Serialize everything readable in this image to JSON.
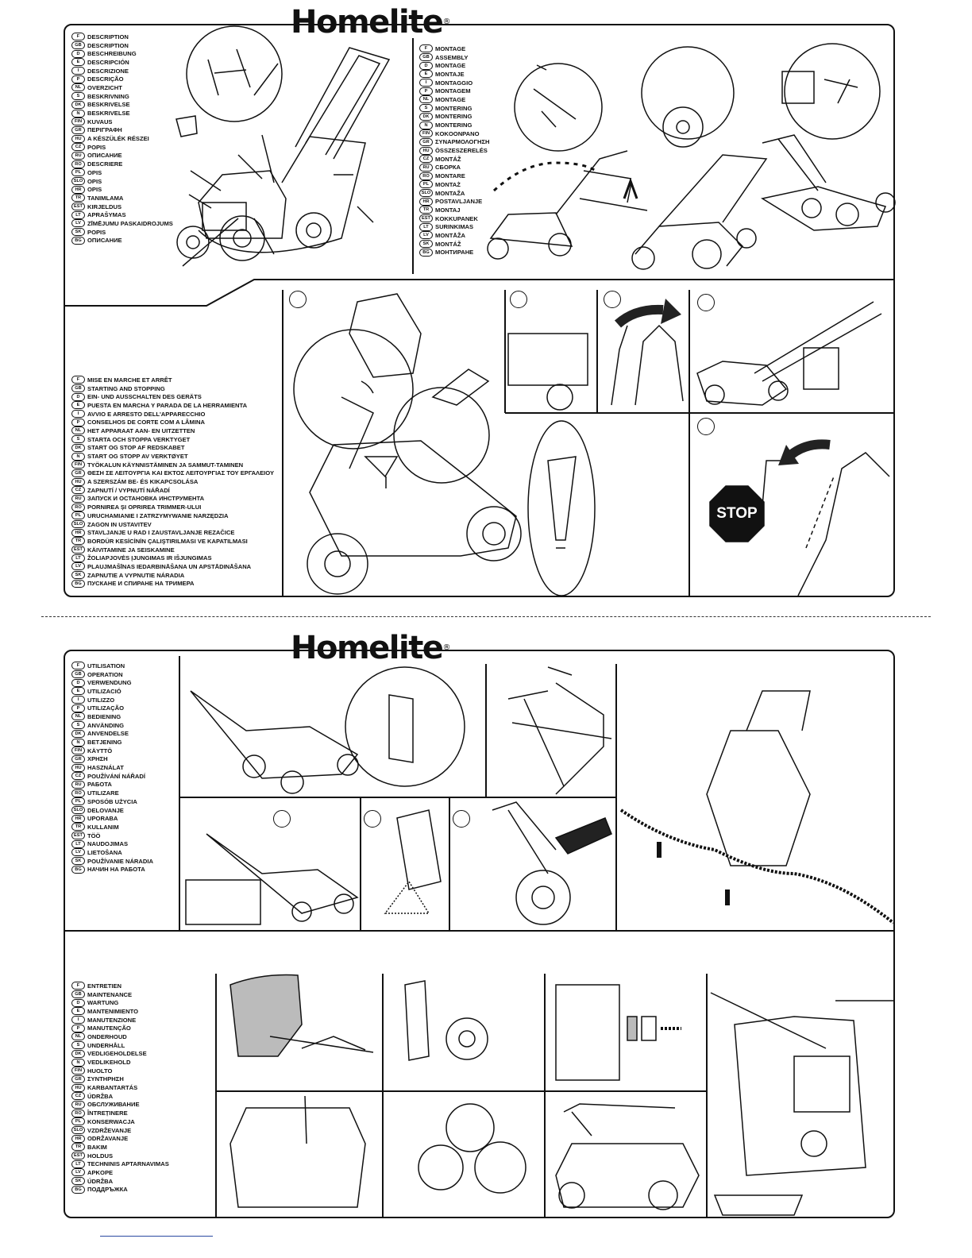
{
  "brand": {
    "name": "Homelite",
    "mark": "®"
  },
  "sections": {
    "description": {
      "items": [
        {
          "code": "F",
          "label": "DESCRIPTION"
        },
        {
          "code": "GB",
          "label": "DESCRIPTION"
        },
        {
          "code": "D",
          "label": "BESCHREIBUNG"
        },
        {
          "code": "E",
          "label": "DESCRIPCIÓN"
        },
        {
          "code": "I",
          "label": "DESCRIZIONE"
        },
        {
          "code": "P",
          "label": "DESCRIÇÃO"
        },
        {
          "code": "NL",
          "label": "OVERZICHT"
        },
        {
          "code": "S",
          "label": "BESKRIVNING"
        },
        {
          "code": "DK",
          "label": "BESKRIVELSE"
        },
        {
          "code": "N",
          "label": "BESKRIVELSE"
        },
        {
          "code": "FIN",
          "label": "KUVAUS"
        },
        {
          "code": "GR",
          "label": "ΠΕΡΙΓΡΑΦΗ"
        },
        {
          "code": "HU",
          "label": "A KÉSZÜLÉK RÉSZEI"
        },
        {
          "code": "CZ",
          "label": "POPIS"
        },
        {
          "code": "RU",
          "label": "ОПИСАНИЕ"
        },
        {
          "code": "RO",
          "label": "DESCRIERE"
        },
        {
          "code": "PL",
          "label": "OPIS"
        },
        {
          "code": "SLO",
          "label": "OPIS"
        },
        {
          "code": "HR",
          "label": "OPIS"
        },
        {
          "code": "TR",
          "label": "TANIMLAMA"
        },
        {
          "code": "EST",
          "label": "KIRJELDUS"
        },
        {
          "code": "LT",
          "label": "APRAŠYMAS"
        },
        {
          "code": "LV",
          "label": "ZĪMĒJUMU PASKAIDROJUMS"
        },
        {
          "code": "SK",
          "label": "POPIS"
        },
        {
          "code": "BG",
          "label": "ОПИСАНИЕ"
        }
      ]
    },
    "assembly": {
      "items": [
        {
          "code": "F",
          "label": "MONTAGE"
        },
        {
          "code": "GB",
          "label": "ASSEMBLY"
        },
        {
          "code": "D",
          "label": "MONTAGE"
        },
        {
          "code": "E",
          "label": "MONTAJE"
        },
        {
          "code": "I",
          "label": "MONTAGGIO"
        },
        {
          "code": "P",
          "label": "MONTAGEM"
        },
        {
          "code": "NL",
          "label": "MONTAGE"
        },
        {
          "code": "S",
          "label": "MONTERING"
        },
        {
          "code": "DK",
          "label": "MONTERING"
        },
        {
          "code": "N",
          "label": "MONTERING"
        },
        {
          "code": "FIN",
          "label": "KOKOONPANO"
        },
        {
          "code": "GR",
          "label": "ΣΥΝΑΡΜΟΛΟΓΗΣΗ"
        },
        {
          "code": "HU",
          "label": "ÖSSZESZERELÉS"
        },
        {
          "code": "CZ",
          "label": "MONTÁŽ"
        },
        {
          "code": "RU",
          "label": "СБОРКА"
        },
        {
          "code": "RO",
          "label": "MONTARE"
        },
        {
          "code": "PL",
          "label": "MONTAŻ"
        },
        {
          "code": "SLO",
          "label": "MONTAŽA"
        },
        {
          "code": "HR",
          "label": "POSTAVLJANJE"
        },
        {
          "code": "TR",
          "label": "MONTAJ"
        },
        {
          "code": "EST",
          "label": "KOKKUPANEK"
        },
        {
          "code": "LT",
          "label": "SURINKIMAS"
        },
        {
          "code": "LV",
          "label": "MONTĀŽA"
        },
        {
          "code": "SK",
          "label": "MONTÁŽ"
        },
        {
          "code": "BG",
          "label": "МОНТИРАНЕ"
        }
      ]
    },
    "starting": {
      "stop_sign": "STOP",
      "items": [
        {
          "code": "F",
          "label": "MISE EN MARCHE ET ARRÊT"
        },
        {
          "code": "GB",
          "label": "STARTING AND STOPPING"
        },
        {
          "code": "D",
          "label": "EIN- UND AUSSCHALTEN DES GERÄTS"
        },
        {
          "code": "E",
          "label": "PUESTA EN MARCHA Y PARADA DE LA HERRAMIENTA"
        },
        {
          "code": "I",
          "label": "AVVIO E ARRESTO DELL'APPARECCHIO"
        },
        {
          "code": "P",
          "label": "CONSELHOS DE CORTE COM A LÂMINA"
        },
        {
          "code": "NL",
          "label": "HET APPARAAT AAN- EN UITZETTEN"
        },
        {
          "code": "S",
          "label": "STARTA OCH STOPPA VERKTYGET"
        },
        {
          "code": "DK",
          "label": "START OG STOP AF REDSKABET"
        },
        {
          "code": "N",
          "label": "START OG STOPP AV VERKTØYET"
        },
        {
          "code": "FIN",
          "label": "TYÖKALUN KÄYNNISTÄMINEN JA SAMMUT-TAMINEN"
        },
        {
          "code": "GR",
          "label": "ΘΕΣΗ ΣΕ ΛΕΙΤΟΥΡΓΙΑ ΚΑΙ ΕΚΤΟΣ ΛΕΙΤΟΥΡΓΙΑΣ ΤΟΥ ΕΡΓΑΛΕΙΟΥ"
        },
        {
          "code": "HU",
          "label": "A SZERSZÁM BE- ÉS KIKAPCSOLÁSA"
        },
        {
          "code": "CZ",
          "label": "ZAPNUTÍ / VYPNUTÍ NÁŘADÍ"
        },
        {
          "code": "RU",
          "label": "ЗАПУСК И ОСТАНОВКА ИНСТРУМЕНТА"
        },
        {
          "code": "RO",
          "label": "PORNIREA ȘI OPRIREA TRIMMER-ULUI"
        },
        {
          "code": "PL",
          "label": "URUCHAMIANIE I ZATRZYMYWANIE NARZĘDZIA"
        },
        {
          "code": "SLO",
          "label": "ZAGON IN USTAVITEV"
        },
        {
          "code": "HR",
          "label": "STAVLJANJE U RAD I ZAUSTAVLJANJE REZAČICE"
        },
        {
          "code": "TR",
          "label": "BORDÜR KESİCİNİN ÇALIŞTIRILMASI VE KAPATILMASI"
        },
        {
          "code": "EST",
          "label": "KÄIVITAMINE JA SEISKAMINE"
        },
        {
          "code": "LT",
          "label": "ŽOLIAPJOVĖS ĮJUNGIMAS IR IŠJUNGIMAS"
        },
        {
          "code": "LV",
          "label": "PLAUJMAŠĪNAS IEDARBINĀŠANA UN APSTĀDINĀŠANA"
        },
        {
          "code": "SK",
          "label": "ZAPNUTIE A VYPNUTIE NÁRADIA"
        },
        {
          "code": "BG",
          "label": "ПУСКАНЕ И СПИРАНЕ НА ТРИМЕРА"
        }
      ]
    },
    "operation": {
      "items": [
        {
          "code": "F",
          "label": "UTILISATION"
        },
        {
          "code": "GB",
          "label": "OPERATION"
        },
        {
          "code": "D",
          "label": "VERWENDUNG"
        },
        {
          "code": "E",
          "label": "UTILIZACIÓ"
        },
        {
          "code": "I",
          "label": "UTILIZZO"
        },
        {
          "code": "P",
          "label": "UTILIZAÇÃO"
        },
        {
          "code": "NL",
          "label": "BEDIENING"
        },
        {
          "code": "S",
          "label": "ANVÄNDING"
        },
        {
          "code": "DK",
          "label": "ANVENDELSE"
        },
        {
          "code": "N",
          "label": "BETJENING"
        },
        {
          "code": "FIN",
          "label": "KÄYTTÖ"
        },
        {
          "code": "GR",
          "label": "ΧΡΗΣΗ"
        },
        {
          "code": "HU",
          "label": "HASZNÁLAT"
        },
        {
          "code": "CZ",
          "label": "POUŽÍVÁNÍ NÁŘADÍ"
        },
        {
          "code": "RU",
          "label": "РАБОТА"
        },
        {
          "code": "RO",
          "label": "UTILIZARE"
        },
        {
          "code": "PL",
          "label": "SPOSÓB UŻYCIA"
        },
        {
          "code": "SLO",
          "label": "DELOVANJE"
        },
        {
          "code": "HR",
          "label": "UPORABA"
        },
        {
          "code": "TR",
          "label": "KULLANIM"
        },
        {
          "code": "EST",
          "label": "TÖÖ"
        },
        {
          "code": "LT",
          "label": "NAUDOJIMAS"
        },
        {
          "code": "LV",
          "label": "LIETOŠANA"
        },
        {
          "code": "SK",
          "label": "POUŽÍVANIE NÁRADIA"
        },
        {
          "code": "BG",
          "label": "НАЧИН НА РАБОТА"
        }
      ]
    },
    "maintenance": {
      "items": [
        {
          "code": "F",
          "label": "ENTRETIEN"
        },
        {
          "code": "GB",
          "label": "MAINTENANCE"
        },
        {
          "code": "D",
          "label": "WARTUNG"
        },
        {
          "code": "E",
          "label": "MANTENIMIENTO"
        },
        {
          "code": "I",
          "label": "MANUTENZIONE"
        },
        {
          "code": "P",
          "label": "MANUTENÇÃO"
        },
        {
          "code": "NL",
          "label": "ONDERHOUD"
        },
        {
          "code": "S",
          "label": "UNDERHÅLL"
        },
        {
          "code": "DK",
          "label": "VEDLIGEHOLDELSE"
        },
        {
          "code": "N",
          "label": "VEDLIKEHOLD"
        },
        {
          "code": "FIN",
          "label": "HUOLTO"
        },
        {
          "code": "GR",
          "label": "ΣΥΝΤΗΡΗΣΗ"
        },
        {
          "code": "HU",
          "label": "KARBANTARTÁS"
        },
        {
          "code": "CZ",
          "label": "ÚDRŽBA"
        },
        {
          "code": "RU",
          "label": "ОБСЛУЖИВАНИЕ"
        },
        {
          "code": "RO",
          "label": "ÎNTREȚINERE"
        },
        {
          "code": "PL",
          "label": "KONSERWACJA"
        },
        {
          "code": "SLO",
          "label": "VZDRŽEVANJE"
        },
        {
          "code": "HR",
          "label": "ODRŽAVANJE"
        },
        {
          "code": "TR",
          "label": "BAKIM"
        },
        {
          "code": "EST",
          "label": "HOLDUS"
        },
        {
          "code": "LT",
          "label": "TECHNINIS APTARNAVIMAS"
        },
        {
          "code": "LV",
          "label": "APKOPE"
        },
        {
          "code": "SK",
          "label": "ÚDRŽBA"
        },
        {
          "code": "BG",
          "label": "ПОДДРЪЖКА"
        }
      ]
    }
  }
}
